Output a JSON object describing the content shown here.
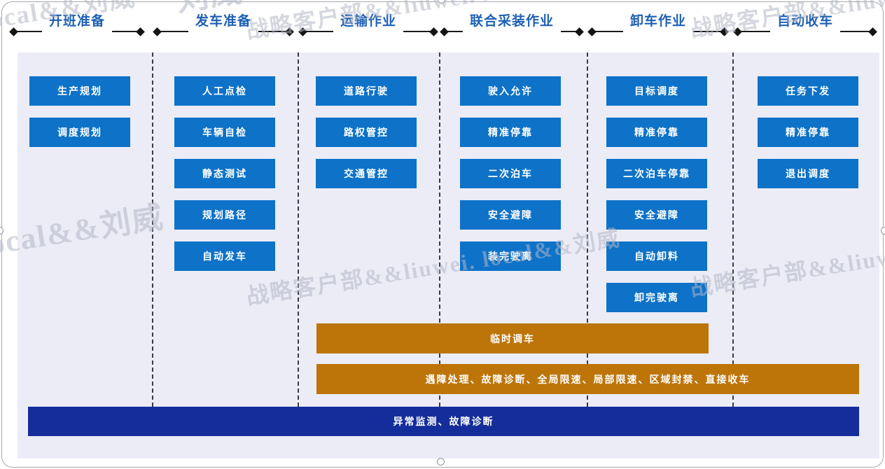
{
  "phases": [
    {
      "label": "开班准备",
      "tasks": [
        "生产规划",
        "调度规划"
      ]
    },
    {
      "label": "发车准备",
      "tasks": [
        "人工点检",
        "车辆自检",
        "静态测试",
        "规划路径",
        "自动发车"
      ]
    },
    {
      "label": "运输作业",
      "tasks": [
        "道路行驶",
        "路权管控",
        "交通管控"
      ]
    },
    {
      "label": "联合采装作业",
      "tasks": [
        "驶入允许",
        "精准停靠",
        "二次泊车",
        "安全避障",
        "装完驶离"
      ]
    },
    {
      "label": "卸车作业",
      "tasks": [
        "目标调度",
        "精准停靠",
        "二次泊车停靠",
        "安全避障",
        "自动卸料",
        "卸完驶离"
      ]
    },
    {
      "label": "自动收车",
      "tasks": [
        "任务下发",
        "精准停靠",
        "退出调度"
      ]
    }
  ],
  "overlay_bars": [
    {
      "label": "临时调车",
      "color": "#bd7509"
    },
    {
      "label": "遇障处理、故障诊断、全局限速、局部限速、区域封禁、直接收车",
      "color": "#bd7509"
    },
    {
      "label": "异常监测、故障诊断",
      "color": "#152d9b"
    }
  ],
  "watermark": {
    "items": [
      "local&&刘威",
      "刘威",
      "战略客户部&&liuwei. local&&刘威",
      "战略客户部&&liuwei.",
      "local&&刘威",
      "战略客户部&&liuwei. local&&刘威",
      "战略客户部&&liuwei"
    ]
  },
  "colors": {
    "task_button": "#0d72c8",
    "overlay_orange": "#bd7509",
    "overlay_navy": "#152d9b",
    "phase_title": "#1e60b4",
    "panel_bg": "#ebecf6"
  }
}
